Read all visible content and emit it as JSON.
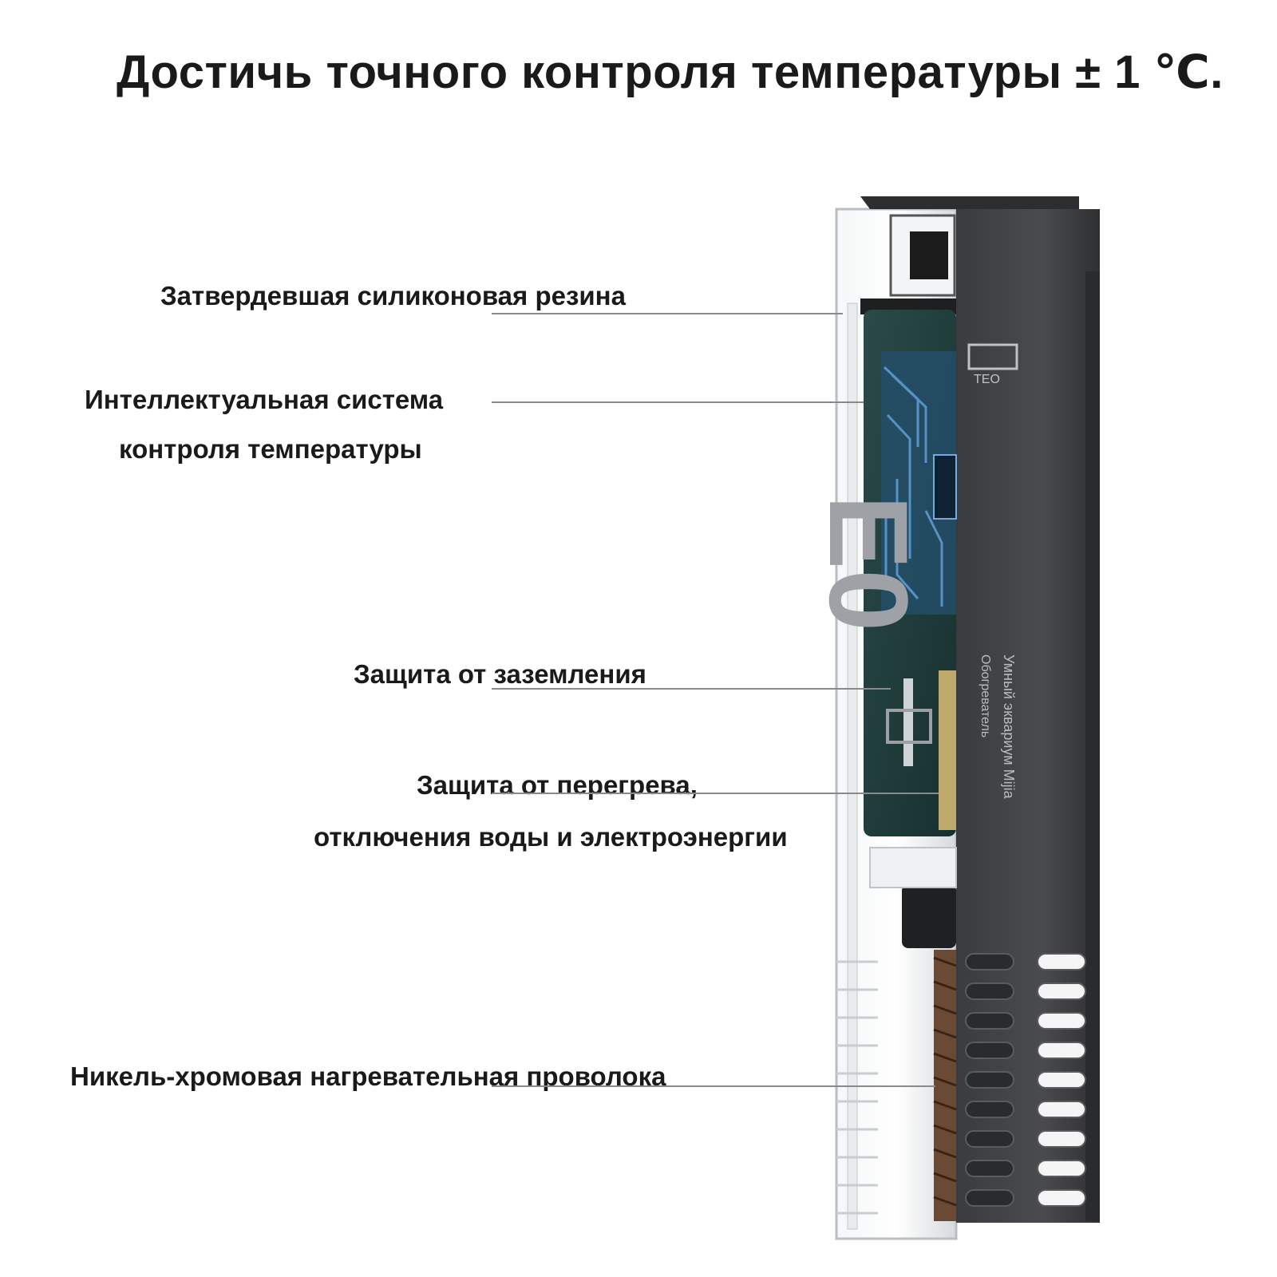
{
  "title": "Достичь точного контроля температуры ± 1 ℃.",
  "labels": {
    "silicone": "Затвердевшая силиконовая резина",
    "smart_line1": "Интеллектуальная система",
    "smart_line2": "контроля температуры",
    "grounding": "Защита от заземления",
    "overheat_line1": "Защита от перегрева,",
    "overheat_line2": "отключения воды и электроэнергии",
    "nichrome": "Никель-хромовая нагревательная проволока"
  },
  "product_marks": {
    "logo": "TEO",
    "model": "E0",
    "side_text_1": "Умный эквариум Mijia",
    "side_text_2": "Обогреватель"
  },
  "colors": {
    "housing": "#3f4042",
    "housing_dark": "#2a2b2d",
    "board": "#1f3b3a",
    "chip": "#3a6fa8",
    "glass": "#d9dde0",
    "leader": "#8a8a8a",
    "coil": "#6b4a35"
  }
}
